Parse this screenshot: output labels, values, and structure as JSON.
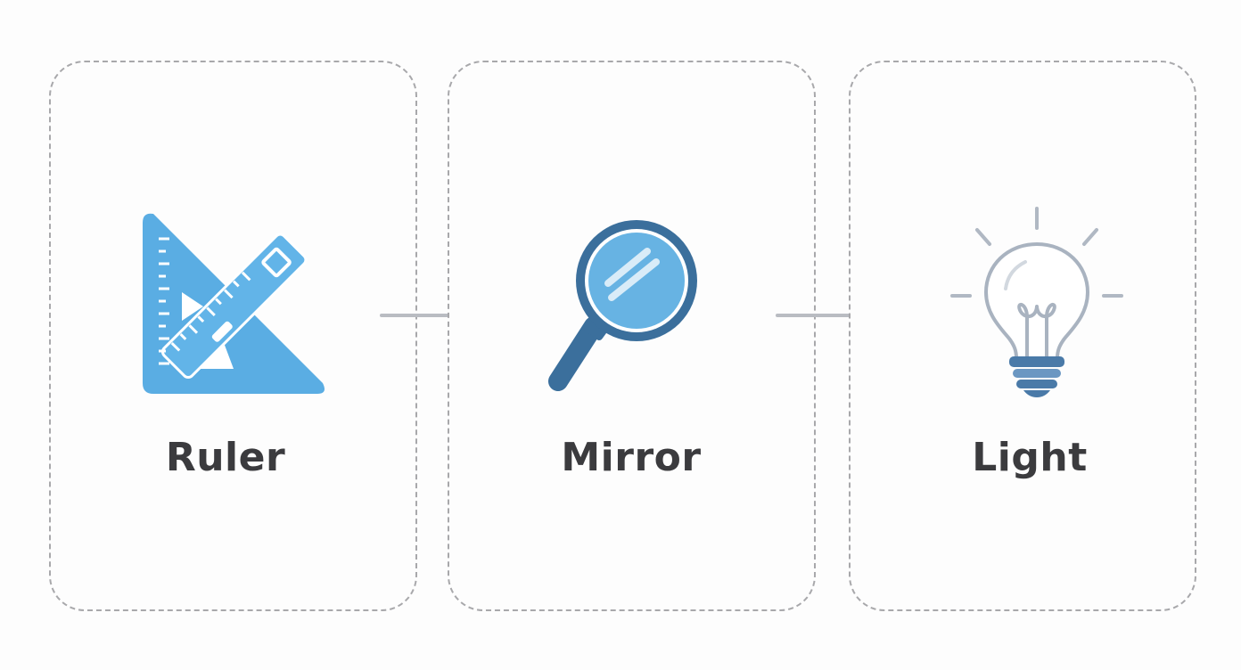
{
  "steps": [
    {
      "label": "Ruler",
      "icon": "ruler-triangle-icon"
    },
    {
      "label": "Mirror",
      "icon": "magnifying-glass-icon"
    },
    {
      "label": "Light",
      "icon": "lightbulb-icon"
    }
  ],
  "colors": {
    "card_border": "#a8a8ab",
    "label_text": "#3b3b3e",
    "arrow": "#b9bcc2",
    "ruler_blue": "#5aade3",
    "mirror_dark_blue": "#3b6f9c",
    "mirror_lens": "#67b3e3",
    "bulb_outline": "#a9b3c0",
    "bulb_base": "#4a7aa8"
  }
}
